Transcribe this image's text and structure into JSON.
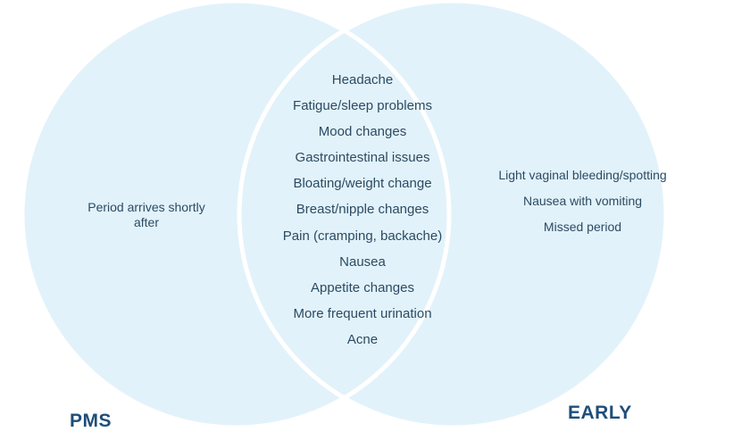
{
  "colors": {
    "circle_fill": "#e2f2fa",
    "circle_stroke": "#ffffff",
    "text": "#2b4b63",
    "title": "#1f4e79"
  },
  "venn": {
    "left": {
      "title": "PMS",
      "items": [
        "Period arrives shortly after"
      ]
    },
    "right": {
      "title": "EARLY",
      "items": [
        "Light vaginal bleeding/spotting",
        "Nausea with vomiting",
        "Missed period"
      ]
    },
    "overlap": {
      "items": [
        "Headache",
        "Fatigue/sleep problems",
        "Mood changes",
        "Gastrointestinal issues",
        "Bloating/weight change",
        "Breast/nipple changes",
        "Pain (cramping, backache)",
        "Nausea",
        "Appetite changes",
        "More frequent urination",
        "Acne"
      ]
    }
  }
}
